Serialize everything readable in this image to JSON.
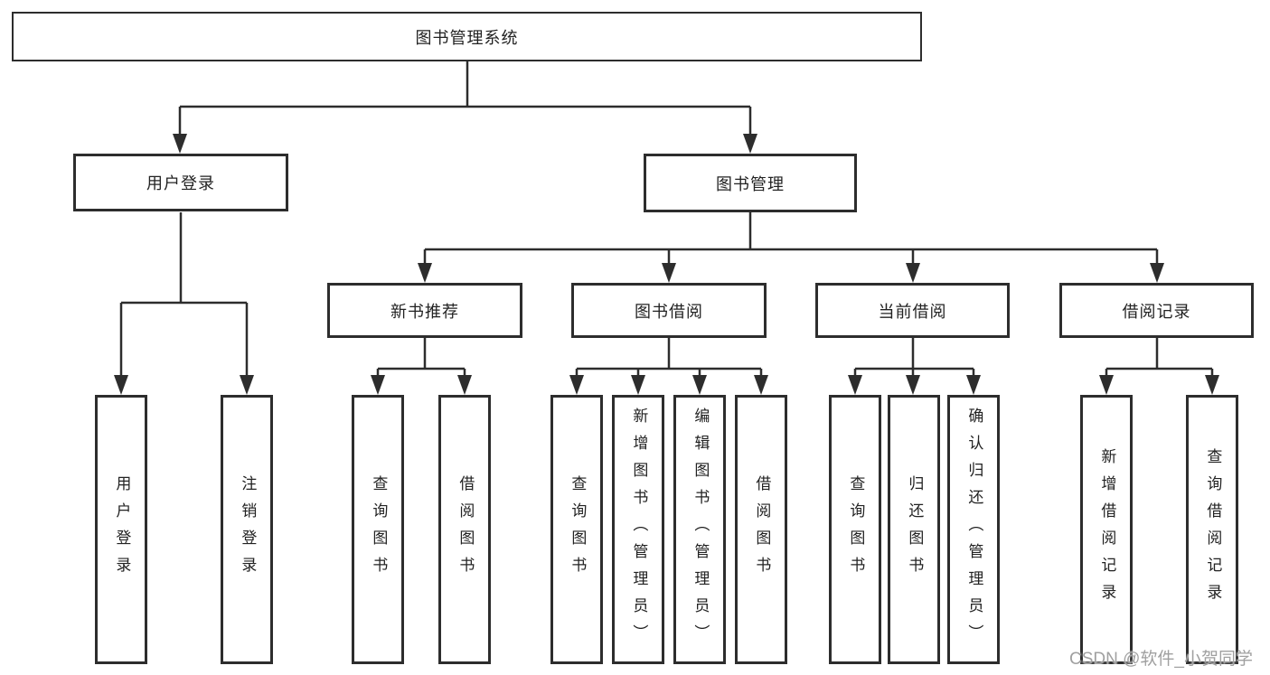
{
  "diagram": {
    "title_node": {
      "label": "图书管理系统"
    },
    "level2": [
      {
        "id": "user-login",
        "label": "用户登录"
      },
      {
        "id": "book-management",
        "label": "图书管理"
      }
    ],
    "level3": [
      {
        "id": "new-book-recommend",
        "label": "新书推荐"
      },
      {
        "id": "book-borrowing",
        "label": "图书借阅"
      },
      {
        "id": "current-borrowing",
        "label": "当前借阅"
      },
      {
        "id": "borrowing-records",
        "label": "借阅记录"
      }
    ],
    "leaves": [
      {
        "id": "leaf-user-login",
        "parent": "用户登录",
        "label": "用户登录"
      },
      {
        "id": "leaf-logout",
        "parent": "用户登录",
        "label": "注销登录"
      },
      {
        "id": "leaf-query-book-1",
        "parent": "新书推荐",
        "label": "查询图书"
      },
      {
        "id": "leaf-borrow-book-1",
        "parent": "新书推荐",
        "label": "借阅图书"
      },
      {
        "id": "leaf-query-book-2",
        "parent": "图书借阅",
        "label": "查询图书"
      },
      {
        "id": "leaf-add-book",
        "parent": "图书借阅",
        "label": "新增图书（管理员）"
      },
      {
        "id": "leaf-edit-book",
        "parent": "图书借阅",
        "label": "编辑图书（管理员）"
      },
      {
        "id": "leaf-borrow-book-2",
        "parent": "图书借阅",
        "label": "借阅图书"
      },
      {
        "id": "leaf-query-book-3",
        "parent": "当前借阅",
        "label": "查询图书"
      },
      {
        "id": "leaf-return-book",
        "parent": "当前借阅",
        "label": "归还图书"
      },
      {
        "id": "leaf-confirm-return",
        "parent": "当前借阅",
        "label": "确认归还（管理员）"
      },
      {
        "id": "leaf-add-record",
        "parent": "借阅记录",
        "label": "新增借阅记录"
      },
      {
        "id": "leaf-query-record",
        "parent": "借阅记录",
        "label": "查询借阅记录"
      }
    ]
  },
  "watermark": {
    "text": "CSDN @软件_小贺同学",
    "color": "#a0a0a0"
  },
  "colors": {
    "line": "#2d2d2d",
    "box_border": "#2d2d2d",
    "box_fill": "#ffffff",
    "text": "#222222",
    "background": "#ffffff"
  }
}
